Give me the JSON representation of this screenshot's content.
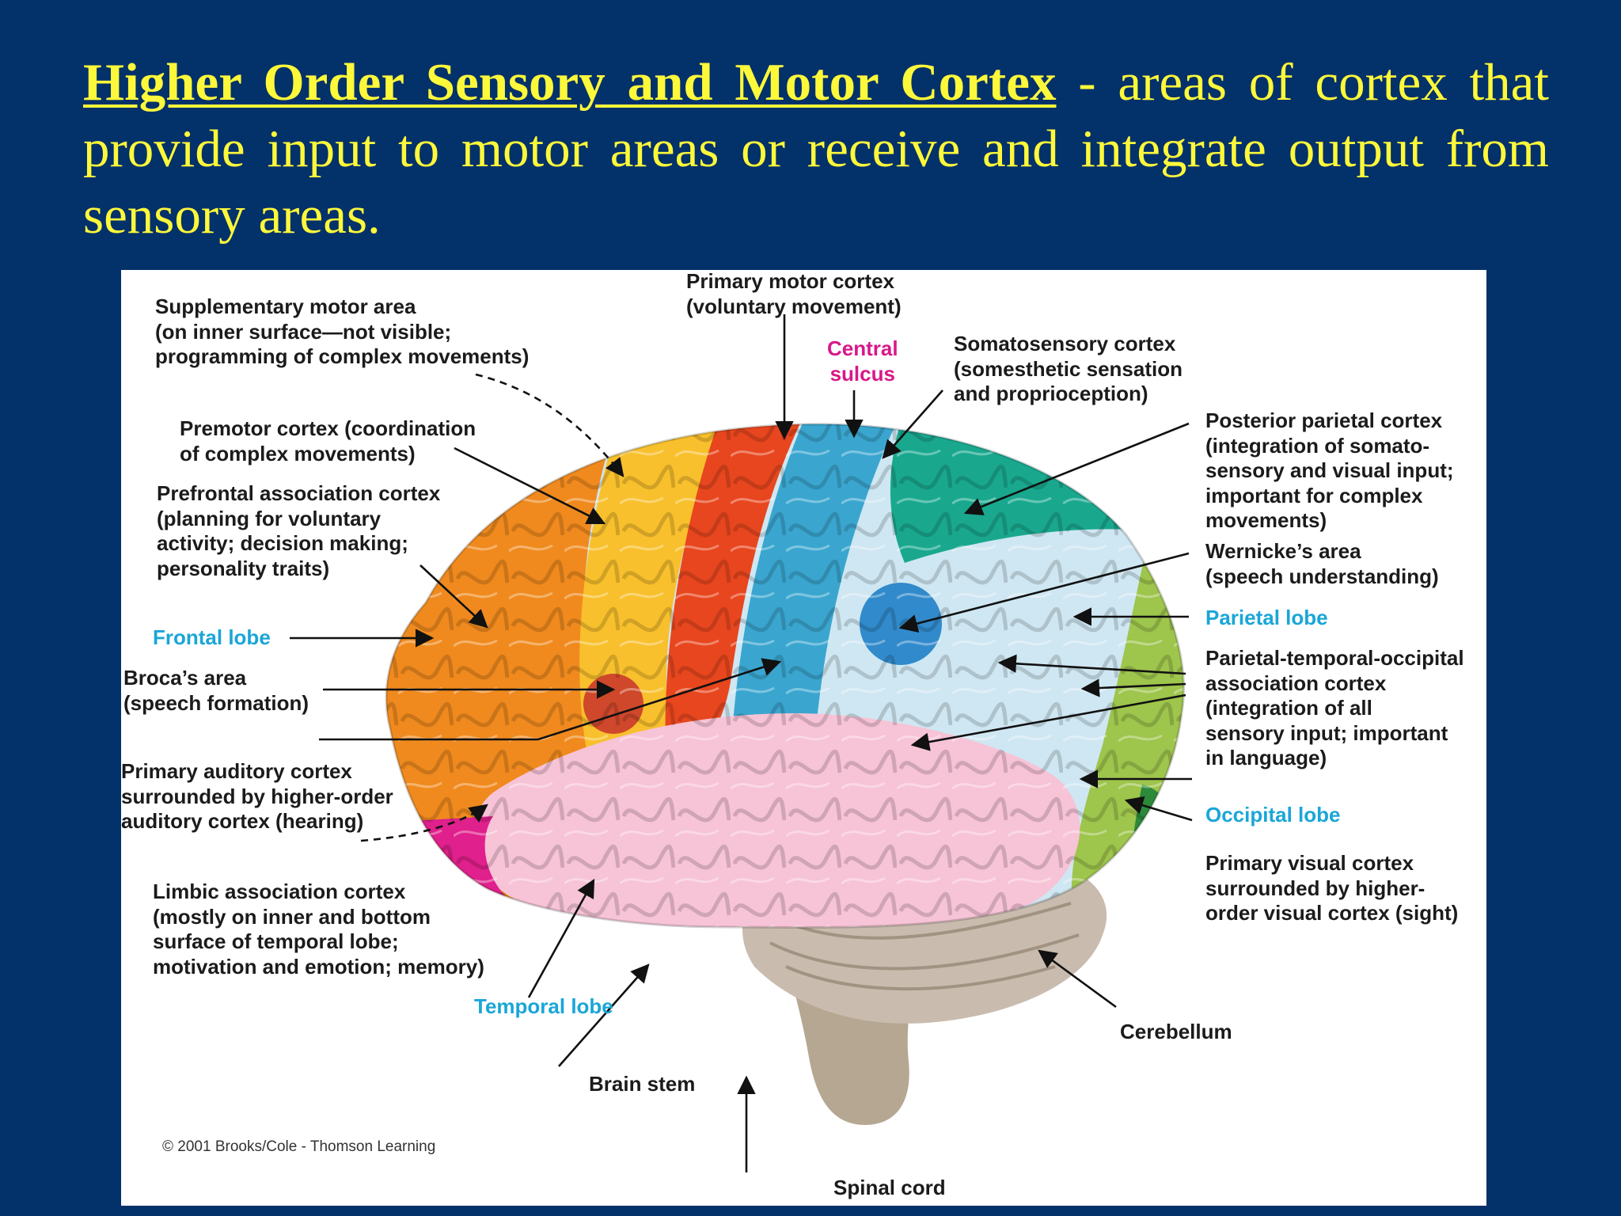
{
  "slide": {
    "title_term": "Higher Order Sensory and Motor Cortex",
    "title_rest": " - areas of cortex that provide input to motor areas or receive and integrate output from sensory areas."
  },
  "figure": {
    "labels": {
      "supplementary_motor": "Supplementary motor area\n(on inner surface—not visible;\nprogramming of complex movements)",
      "primary_motor": "Primary motor cortex\n(voluntary movement)",
      "central_sulcus": "Central\nsulcus",
      "somatosensory": "Somatosensory cortex\n(somesthetic sensation\nand proprioception)",
      "premotor": "Premotor cortex (coordination\nof complex movements)",
      "prefrontal": "Prefrontal association cortex\n(planning for voluntary\nactivity; decision making;\npersonality traits)",
      "posterior_parietal": "Posterior parietal cortex\n(integration of somato-\nsensory and visual input;\nimportant for complex\nmovements)",
      "wernicke": "Wernicke’s area\n(speech understanding)",
      "frontal_lobe": "Frontal lobe",
      "parietal_lobe": "Parietal lobe",
      "broca": "Broca’s area\n(speech formation)",
      "ptoac": "Parietal-temporal-occipital\nassociation cortex\n(integration of all\nsensory input; important\nin language)",
      "primary_auditory": "Primary auditory cortex\nsurrounded by higher-order\nauditory cortex (hearing)",
      "occipital_lobe": "Occipital lobe",
      "primary_visual": "Primary visual cortex\nsurrounded by higher-\norder visual cortex (sight)",
      "limbic": "Limbic association cortex\n(mostly on inner and bottom\nsurface of temporal lobe;\nmotivation and emotion; memory)",
      "temporal_lobe": "Temporal lobe",
      "cerebellum": "Cerebellum",
      "brain_stem": "Brain stem",
      "spinal_cord": "Spinal cord"
    },
    "credit": "© 2001 Brooks/Cole - Thomson Learning"
  },
  "colors": {
    "background": "#03316a",
    "title_text": "#fdf83a",
    "lobe_label": "#1aa6d8",
    "sulcus_label": "#d8188a",
    "prefrontal_region": "#f08a1e",
    "premotor_region": "#f8c02c",
    "primary_motor_region": "#e8461e",
    "somatosensory_region": "#3aa6cf",
    "posterior_parietal_region": "#19a88e",
    "parietal_association_region": "#cfe7f2",
    "temporal_region": "#f7c3d6",
    "limbic_region": "#e0208c",
    "occipital_region": "#9ec54c",
    "primary_visual_region": "#2d8a3a",
    "cerebellum_region": "#c9bcae",
    "brain_stem_region": "#b6a792"
  }
}
